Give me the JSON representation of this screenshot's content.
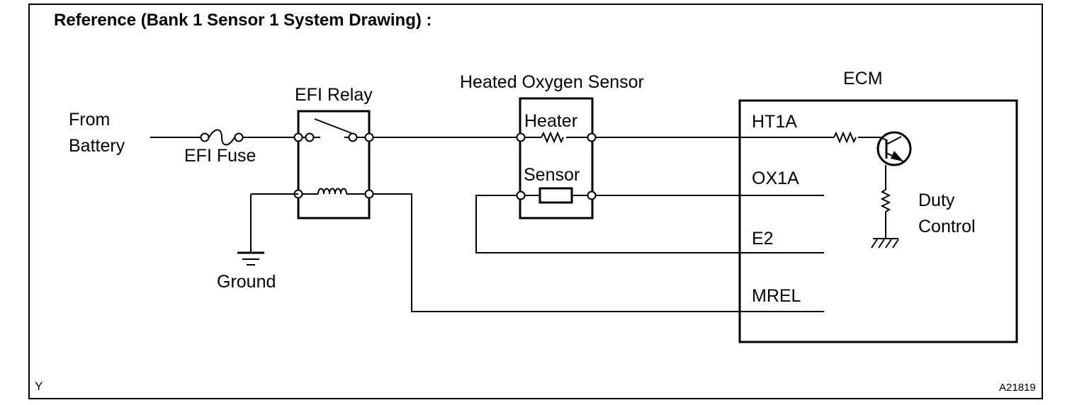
{
  "title": "Reference (Bank 1 Sensor 1 System Drawing) :",
  "labels": {
    "from_battery_line1": "From",
    "from_battery_line2": "Battery",
    "efi_fuse": "EFI Fuse",
    "efi_relay": "EFI Relay",
    "ground": "Ground",
    "heated_oxygen_sensor": "Heated Oxygen Sensor",
    "heater": "Heater",
    "sensor": "Sensor",
    "ecm": "ECM",
    "duty_line1": "Duty",
    "duty_line2": "Control"
  },
  "ecm_terminals": {
    "ht1a": "HT1A",
    "ox1a": "OX1A",
    "e2": "E2",
    "mrel": "MREL"
  },
  "footer": {
    "left_code": "Y",
    "figure_id": "A21819"
  }
}
